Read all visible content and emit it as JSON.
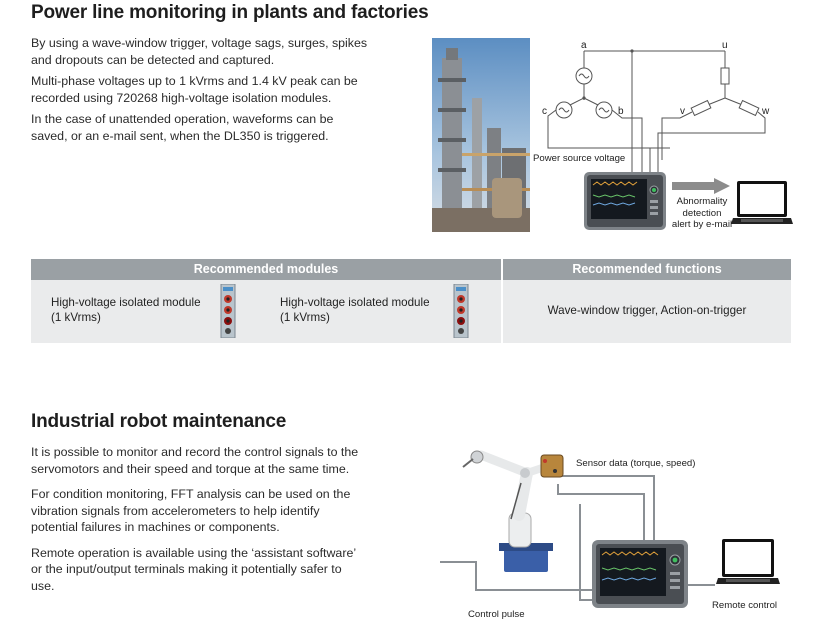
{
  "section1": {
    "title": "Power line monitoring in plants and factories",
    "paragraphs": [
      [
        "By using a wave-window trigger, voltage sags, surges, spikes",
        "and dropouts can be detected and captured."
      ],
      [
        "Multi-phase voltages up to 1 kVrms and 1.4 kV peak can be",
        "recorded using 720268 high-voltage isolation modules."
      ],
      [
        "In the case of unattended operation, waveforms can be",
        "saved, or an e-mail sent, when the DL350 is triggered."
      ]
    ],
    "diagram": {
      "node_a": "a",
      "node_b": "b",
      "node_c": "c",
      "node_u": "u",
      "node_v": "v",
      "node_w": "w",
      "power_label": "Power source voltage",
      "alert_lines": [
        "Abnormality",
        "detection",
        "alert by e-mail"
      ]
    }
  },
  "table": {
    "header_modules": "Recommended modules",
    "header_functions": "Recommended functions",
    "module1": [
      "High-voltage isolated module",
      "(1 kVrms)"
    ],
    "module2": [
      "High-voltage isolated module",
      "(1 kVrms)"
    ],
    "functions": "Wave-window trigger, Action-on-trigger"
  },
  "section2": {
    "title": "Industrial robot maintenance",
    "paragraphs": [
      [
        "It is possible to monitor and record the control signals to the",
        "servomotors and their speed and torque at the same time."
      ],
      [
        "For condition monitoring, FFT analysis can be used on the",
        "vibration signals from accelerometers to help identify",
        "potential failures in machines or components."
      ],
      [
        "Remote operation is available using the ‘assistant software’",
        "or the input/output terminals making it potentially safer to",
        "use."
      ]
    ],
    "diagram": {
      "sensor_label": "Sensor data (torque, speed)",
      "control_label": "Control pulse",
      "remote_label": "Remote control"
    }
  },
  "colors": {
    "table_header": "#9aa0a4",
    "table_body": "#eaebec",
    "arrow": "#8c8c8c",
    "wire": "#555555"
  }
}
